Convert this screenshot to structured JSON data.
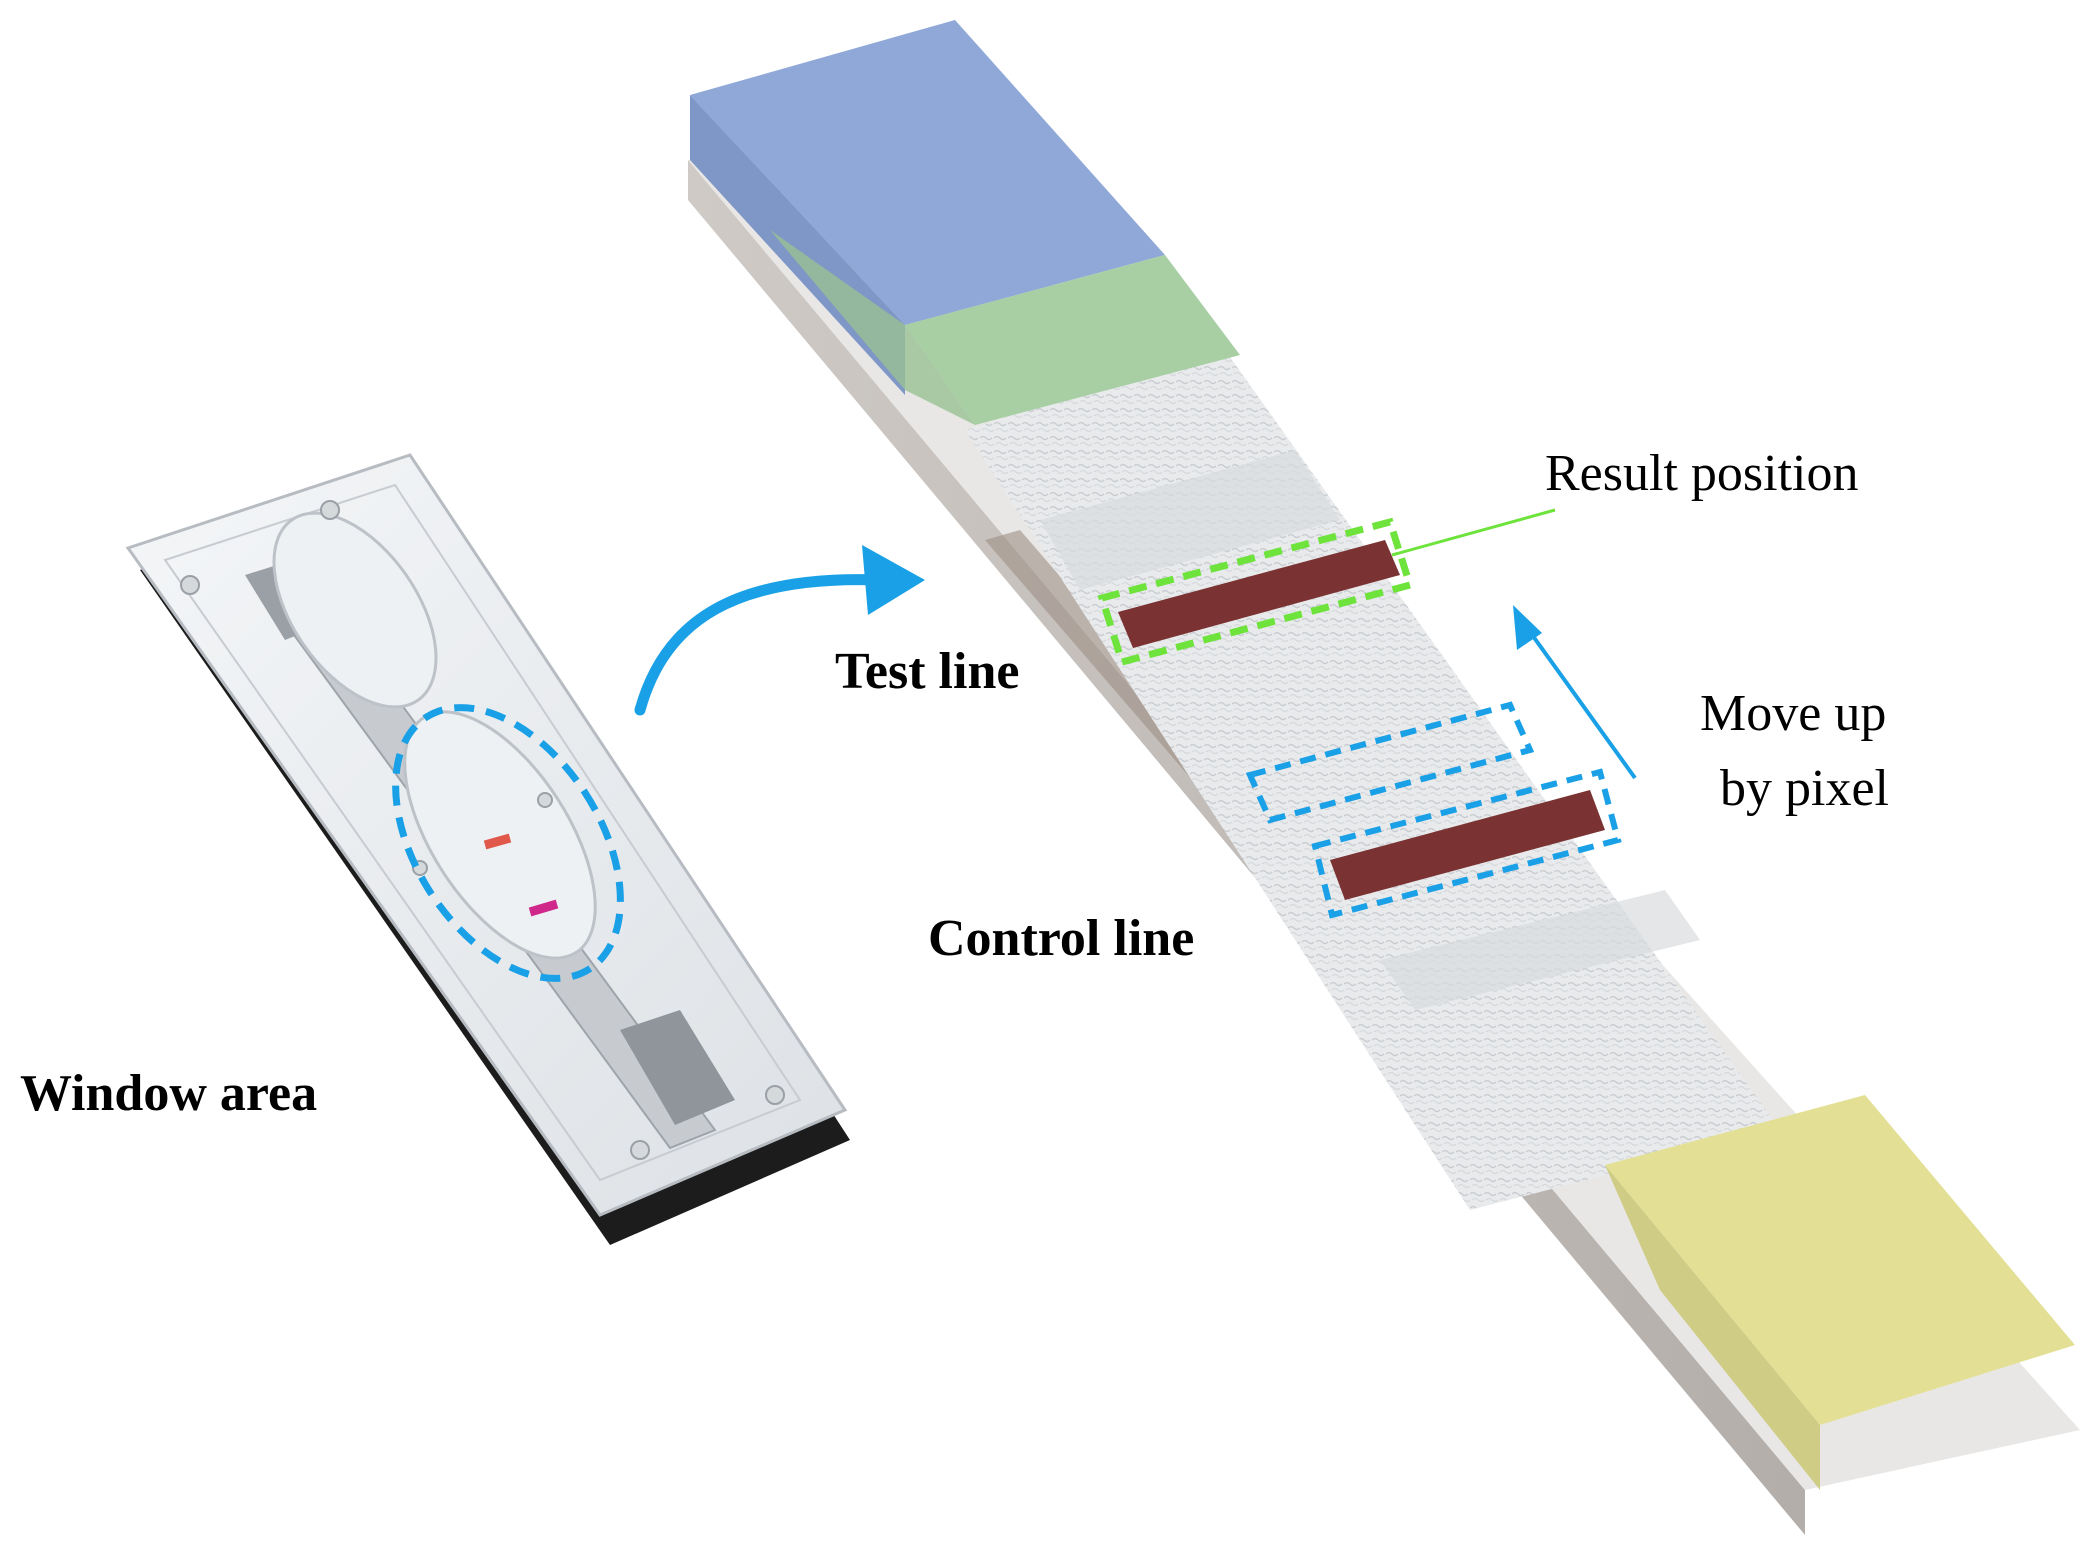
{
  "labels": {
    "window_area": "Window area",
    "test_line": "Test line",
    "control_line": "Control line",
    "result_position": "Result position",
    "move_up_line1": "Move up",
    "move_up_line2": "by pixel"
  },
  "colors": {
    "sample_pad": "#8fa8d8",
    "conjugate_pad": "#a8cfa4",
    "absorbent_pad": "#e3e096",
    "band": "#7a3232",
    "result_outline": "#6ee33c",
    "move_outline": "#1aa0e6",
    "arrow": "#1aa0e6"
  }
}
